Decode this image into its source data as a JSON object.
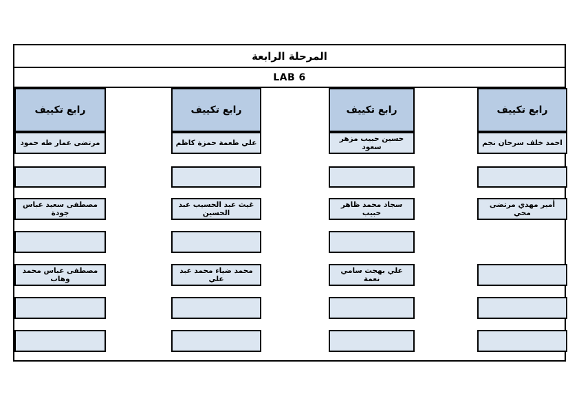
{
  "page_title": "المرحلة الرابعة",
  "lab_label": "LAB 6",
  "columns": [
    {
      "header": "رابع تكييف",
      "slots": [
        "احمد خلف سرحان نجم",
        "",
        "أمير مهدي مرتضى محي",
        null,
        "",
        "",
        ""
      ]
    },
    {
      "header": "رابع تكييف",
      "slots": [
        "حسين حبيب مزهر سعود",
        "",
        "سجاد محمد ظاهر حبيب",
        "",
        "علي بهجت سامي نعمة",
        "",
        ""
      ]
    },
    {
      "header": "رابع تكييف",
      "slots": [
        "علي طعمة حمزة كاظم",
        "",
        "غيث عبد الحسيب عبد الحسين",
        "",
        "محمد ضياء محمد عبد علي",
        "",
        ""
      ]
    },
    {
      "header": "رابع تكييف",
      "slots": [
        "مرتضى عمار طه حمود",
        "",
        "مصطفى سعيد عباس جودة",
        "",
        "مصطفى عباس محمد وهاب",
        "",
        ""
      ]
    }
  ],
  "colors": {
    "header_fill": "#b8cce4",
    "slot_fill": "#dce6f1",
    "border": "#000000",
    "page_background": "#ffffff"
  }
}
